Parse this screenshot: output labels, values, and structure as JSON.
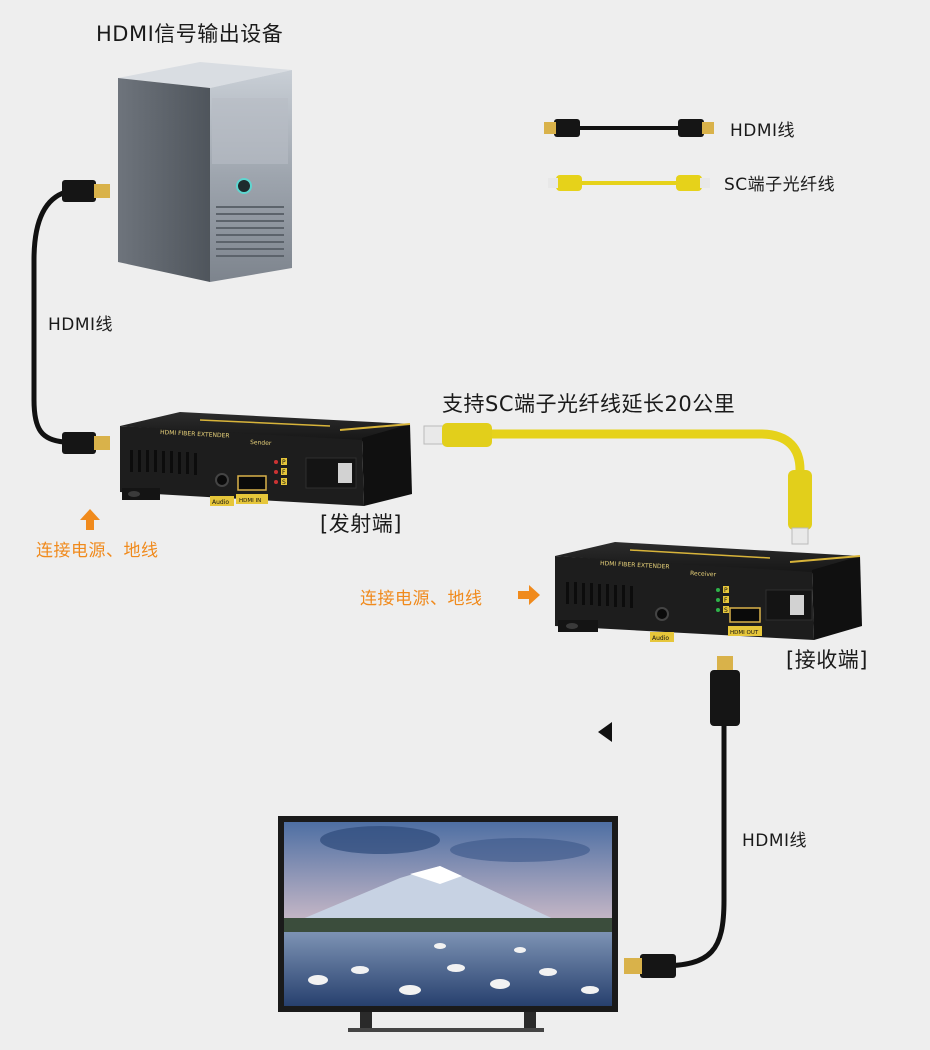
{
  "source": {
    "title": "HDMI信号输出设备"
  },
  "legend": {
    "hdmi_cable": "HDMI线",
    "fiber_cable": "SC端子光纤线"
  },
  "left_cable": {
    "label": "HDMI线"
  },
  "transmitter": {
    "label": "[发射端]",
    "panel_title": "HDMI FIBER EXTENDER",
    "panel_sub": "Sender",
    "port_audio": "Audio",
    "port_hdmi": "HDMI IN",
    "power_note": "连接电源、地线",
    "leds": [
      "P",
      "F",
      "S"
    ]
  },
  "fiber_run": {
    "label": "支持SC端子光纤线延长20公里"
  },
  "receiver": {
    "label": "[接收端]",
    "panel_title": "HDMI FIBER EXTENDER",
    "panel_sub": "Receiver",
    "port_audio": "Audio",
    "port_hdmi": "HDMI OUT",
    "power_note": "连接电源、地线",
    "leds": [
      "P",
      "F",
      "S"
    ]
  },
  "right_cable": {
    "label": "HDMI线"
  },
  "colors": {
    "background": "#eeeeee",
    "fiber_yellow": "#e6d21a",
    "hdmi_black": "#111111",
    "accent_orange": "#f08a1c",
    "device_body": "#1b1b1b",
    "gold_trim": "#d8b43a"
  }
}
